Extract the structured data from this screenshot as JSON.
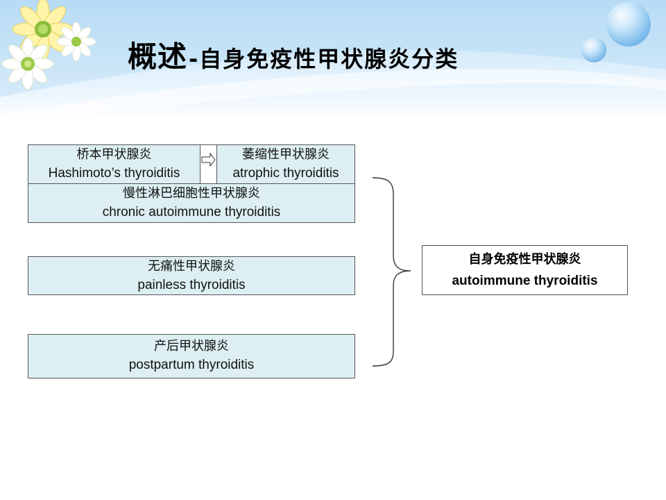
{
  "title": {
    "main": "概述",
    "sub": "-自身免疫性甲状腺炎分类"
  },
  "diagram": {
    "hashimoto": {
      "zh": "桥本甲状腺炎",
      "en": "Hashimoto’s thyroiditis"
    },
    "atrophic": {
      "zh": "萎缩性甲状腺炎",
      "en": "atrophic thyroiditis"
    },
    "chronic": {
      "zh": "慢性淋巴细胞性甲状腺炎",
      "en": "chronic autoimmune thyroiditis"
    },
    "painless": {
      "zh": "无痛性甲状腺炎",
      "en": "painless thyroiditis"
    },
    "postpartum": {
      "zh": "产后甲状腺炎",
      "en": "postpartum thyroiditis"
    },
    "result": {
      "zh": "自身免疫性甲状腺炎",
      "en": "autoimmune thyroiditis"
    }
  },
  "colors": {
    "box_fill": "#ddeff2",
    "border": "#555555",
    "header_sky": "#bfe0f7"
  },
  "icons": [
    "daisy-flower-icon",
    "bubble-icon",
    "right-arrow-icon",
    "brace-icon"
  ]
}
